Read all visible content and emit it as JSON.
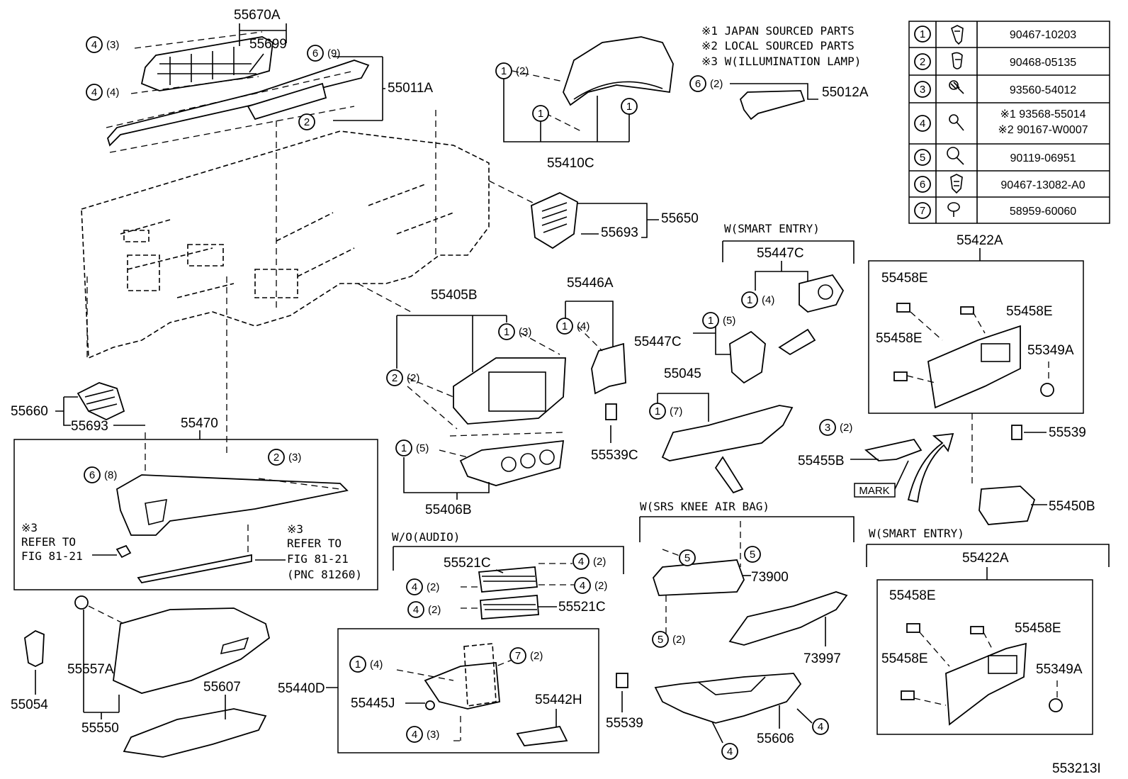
{
  "notes": [
    "※1 JAPAN SOURCED PARTS",
    "※2 LOCAL SOURCED PARTS",
    "※3 W(ILLUMINATION LAMP)"
  ],
  "legend": [
    {
      "num": "1",
      "parts": [
        "90467-10203"
      ]
    },
    {
      "num": "2",
      "parts": [
        "90468-05135"
      ]
    },
    {
      "num": "3",
      "parts": [
        "93560-54012"
      ]
    },
    {
      "num": "4",
      "parts": [
        "※1 93568-55014",
        "※2 90167-W0007"
      ]
    },
    {
      "num": "5",
      "parts": [
        "90119-06951"
      ]
    },
    {
      "num": "6",
      "parts": [
        "90467-13082-A0"
      ]
    },
    {
      "num": "7",
      "parts": [
        "58959-60060"
      ]
    }
  ],
  "part_labels": {
    "p55670A": "55670A",
    "p55699": "55699",
    "p55011A": "55011A",
    "p55410C": "55410C",
    "p55012A": "55012A",
    "p55650": "55650",
    "p55693a": "55693",
    "p55447C_1": "55447C",
    "p55447C_2": "55447C",
    "p55422A_1": "55422A",
    "p55458E_1": "55458E",
    "p55458E_2": "55458E",
    "p55458E_3": "55458E",
    "p55349A_1": "55349A",
    "p55405B": "55405B",
    "p55446A": "55446A",
    "p55045": "55045",
    "p55539C": "55539C",
    "p55539_1": "55539",
    "p55455B": "55455B",
    "p55450B": "55450B",
    "p55660": "55660",
    "p55693b": "55693",
    "p55470": "55470",
    "p55406B": "55406B",
    "p55521C_1": "55521C",
    "p55521C_2": "55521C",
    "p73900": "73900",
    "p73997": "73997",
    "p55422A_2": "55422A",
    "p55458E_4": "55458E",
    "p55458E_5": "55458E",
    "p55458E_6": "55458E",
    "p55349A_2": "55349A",
    "p55054": "55054",
    "p55557A": "55557A",
    "p55550": "55550",
    "p55607": "55607",
    "p55440D": "55440D",
    "p55445J": "55445J",
    "p55442H": "55442H",
    "p55539_2": "55539",
    "p55606": "55606"
  },
  "callouts": {
    "c1": {
      "num": "4",
      "qty": "(3)"
    },
    "c2": {
      "num": "4",
      "qty": "(4)"
    },
    "c3": {
      "num": "6",
      "qty": "(9)"
    },
    "c4": {
      "num": "2",
      "qty": ""
    },
    "c5": {
      "num": "1",
      "qty": "(2)"
    },
    "c6": {
      "num": "1",
      "qty": ""
    },
    "c7": {
      "num": "1",
      "qty": ""
    },
    "c8": {
      "num": "6",
      "qty": "(2)"
    },
    "c9": {
      "num": "1",
      "qty": "(4)"
    },
    "c10": {
      "num": "1",
      "qty": "(5)"
    },
    "c11": {
      "num": "1",
      "qty": "(3)"
    },
    "c12": {
      "num": "2",
      "qty": "(2)"
    },
    "c13": {
      "num": "1",
      "qty": "(4)"
    },
    "c14": {
      "num": "1",
      "qty": "(7)"
    },
    "c15": {
      "num": "3",
      "qty": "(2)"
    },
    "c16": {
      "num": "1",
      "qty": "(5)"
    },
    "c17": {
      "num": "6",
      "qty": "(8)"
    },
    "c18": {
      "num": "2",
      "qty": "(3)"
    },
    "c19": {
      "num": "4",
      "qty": "(2)"
    },
    "c20": {
      "num": "4",
      "qty": "(2)"
    },
    "c21": {
      "num": "4",
      "qty": "(2)"
    },
    "c22": {
      "num": "4",
      "qty": "(2)"
    },
    "c23": {
      "num": "5",
      "qty": ""
    },
    "c24": {
      "num": "5",
      "qty": ""
    },
    "c25": {
      "num": "5",
      "qty": "(2)"
    },
    "c26": {
      "num": "1",
      "qty": "(4)"
    },
    "c27": {
      "num": "7",
      "qty": "(2)"
    },
    "c28": {
      "num": "4",
      "qty": "(3)"
    },
    "c29": {
      "num": "4",
      "qty": ""
    },
    "c30": {
      "num": "4",
      "qty": ""
    }
  },
  "group_titles": {
    "smart_entry_1": "W(SMART ENTRY)",
    "smart_entry_2": "W(SMART ENTRY)",
    "wo_audio": "W/O(AUDIO)",
    "srs_knee": "W(SRS KNEE AIR BAG)"
  },
  "refer_left": [
    "※3",
    "REFER TO",
    "FIG 81-21"
  ],
  "refer_right": [
    "※3",
    "REFER TO",
    "FIG 81-21",
    "(PNC 81260)"
  ],
  "mark_label": "MARK",
  "diagram_id": "553213I"
}
